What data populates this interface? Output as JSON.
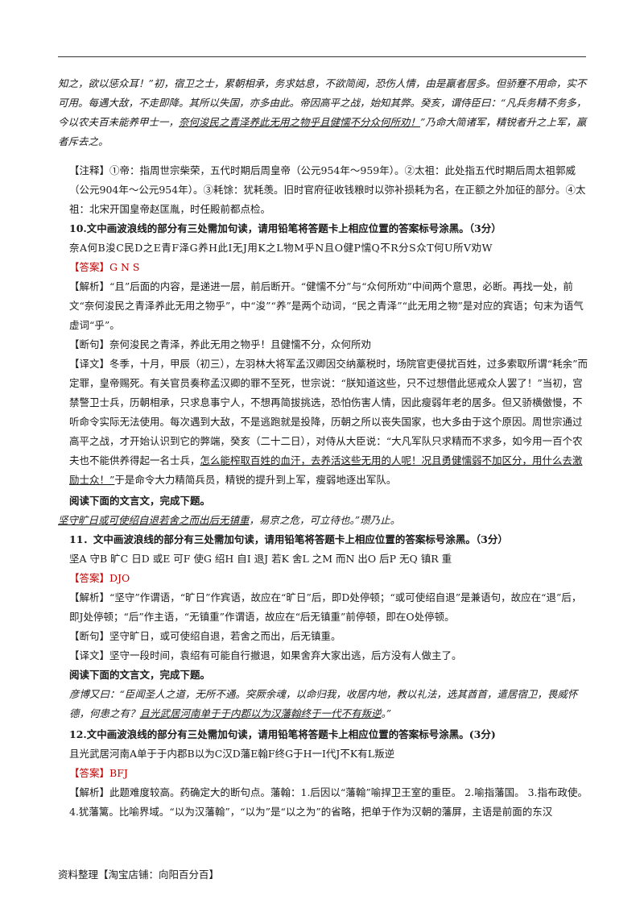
{
  "p1": {
    "a": "知之，欲以惩众耳！”初，宿卫之士，累朝相承，务求姑息，不欲简阅，恐伤人情，由是羸者居多。但骄蹇不用命，实不可用。每遇大敌，不走即降。其所以失国，亦多由此。帝因高平之战，始知其弊。癸亥，谓侍臣曰：“凡兵务精不务多，今以农夫百未能养甲士一，",
    "b": "奈何浚民之青泽养此无用之物乎且健懦不分众何所劝！",
    "c": "”乃命大简诸军，精锐者升之上军，羸者斥去之。"
  },
  "note": "【注释】①帝：指周世宗柴荣，五代时期后周皇帝（公元954年～959年）。②太祖：此处指五代时期后周太祖郭威（公元904年～公元954年）。③耗馀：犹耗羡。旧时官府征收钱粮时以弥补损耗为名，在正额之外加征的部分。④太祖：北宋开国皇帝赵匡胤，时任殿前都点检。",
  "q10": {
    "title": "10.文中画波浪线的部分有三处需加句读，请用铅笔将答题卡上相应位置的答案标号涂黑。（3分）",
    "options": "奈A何B浚C民D之E青F泽G养H此I无J用K之L物M乎N且O健P懦Q不R分S众T何U所V劝W",
    "answer_label": "【答案】",
    "answer": "G N S",
    "analysis": "【解析】“且”后面的内容，是递进一层，前后断开。“健懦不分”与“众何所劝”中间两个意思，必断。再找一处，前文“奈何浚民之青泽养此无用之物乎”，中“浚”“养”是两个动词，“民之青泽”“此无用之物”是对应的宾语；句末为语气虚词“乎”。",
    "duanju": "【断句】奈何浚民之青泽，养此无用之物乎！且健懦不分，众何所劝",
    "yiwen_a": "【译文】冬季，十月，甲辰（初三），左羽林大将军孟汉卿因交纳藁税时，场院官吏侵扰百姓，过多索取所谓“耗余”而定罪，皇帝赐死。有关官员奏称孟汉卿的罪不至死，世宗说：“朕知道这些，只不过想借此惩戒众人罢了！”当初，宫禁警卫士兵，历朝相承，只求息事宁人，不想再简拔挑选，恐怕伤害人情，因此瘦弱年老的居多。但又骄横傲慢，不听命令实际无法使用。每次遇到大敌，不是逃跑就是投降，历朝之所以丧失国家，也大多由于这个原因。周世宗通过高平之战，才开始认识到它的弊端，癸亥（二十二日），对侍从大臣说：“大凡军队只求精而不求多，如今用一百个农夫也不能供养得起一名士兵，",
    "yiwen_b": "怎么能榨取百姓的血汗，去养活这些无用的人呢！况且勇健懦弱不加区分，用什么去激励士众！”",
    "yiwen_c": "于是命令大力精简兵员，精锐的提升到上军，瘦弱地逐出军队。"
  },
  "read1": "阅读下面的文言文，完成下题。",
  "passage2": "坚守旷日或可使绍自退若舍之而出后无镇重，易京之危，可立待也。”瓒乃止。",
  "passage2_wavy": "坚守旷日或可使绍自退若舍之而出后无镇重",
  "passage2_rest": "，易京之危，可立待也。”瓒乃止。",
  "q11": {
    "title": "11．文中画波浪线的部分有三处需加句读，请用铅笔将答题卡上相应位置的答案标号涂黑。（3分）",
    "options": "坚A 守B 旷C 日D 或E 可F 使G 绍H 自I 退J 若K 舍L 之M 而N 出O 后P 无Q 镇R 重",
    "answer_label": "【答案】",
    "answer": "DJO",
    "analysis": "【解析】“坚守”作谓语，“旷日”作宾语，故应在“旷日”后，即D处停顿；“或可使绍自退”是兼语句，故应在“退”后，即J处停顿；“后”作主语，“无镇重”作谓语，故应在“后无镇重”前停顿，即在O处停顿。",
    "duanju": "【断句】坚守旷日，或可使绍自退，若舍之而出，后无镇重。",
    "yiwen": "【译文】坚守一段时间，袁绍有可能自行撤退，如果舍弃大家出逃，后方没有人做主了。"
  },
  "read2": "阅读下面的文言文，完成下题。",
  "passage3": {
    "a": "彦博又曰：“臣闻圣人之道，无所不通。突厥余魂，以命归我，收居内地，教以礼法，选其酋首，遣居宿卫，畏威怀德，何患之有？",
    "b": "且光武居河南单于于内郡以为汉藩翰终于一代不有叛逆",
    "c": "。”"
  },
  "q12": {
    "title": "12.文中画波浪线的部分有三处需加句读，请用铅笔将答题卡上相应位置的答案标号涂黑。(3分)",
    "options": "且光武居河南A单于于内郡B以为C汉D藩E翰F终G于H一I代J不K有L叛逆",
    "answer_label": "【答案】",
    "answer": "BFJ",
    "analysis": "【解析】此题难度较高。药确定大的断句点。藩翰：1.后因以“藩翰”喻捍卫王室的重臣。 2.喻指藩国。 3.指布政使。 4.犹藩篱。比喻界域。“以为汉藩翰”，“以为”是“以之为”的省略，把单于作为汉朝的藩屏，主语是前面的东汉"
  },
  "footer": "资料整理【淘宝店铺：向阳百分百】",
  "colors": {
    "answer": "#c00000",
    "text": "#1a1a1a"
  }
}
